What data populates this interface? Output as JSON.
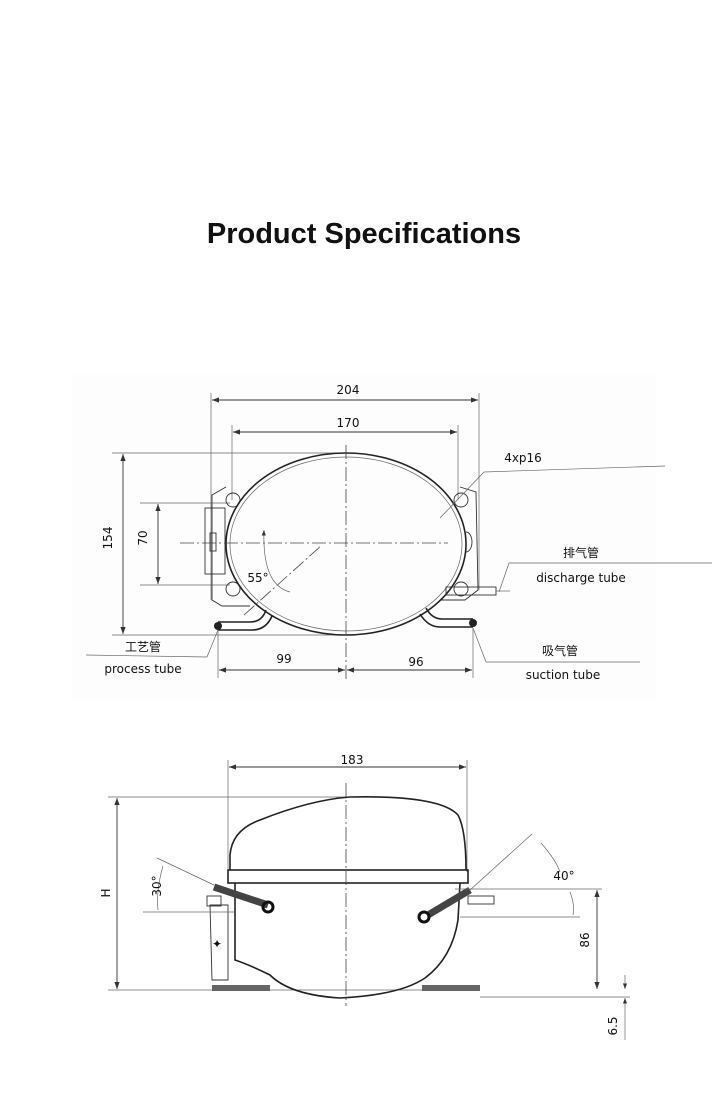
{
  "title": "Product Specifications",
  "top_view": {
    "dim_overall_width": "204",
    "dim_mount_width": "170",
    "dim_height": "154",
    "dim_mount_spacing": "70",
    "dim_left": "99",
    "dim_right": "96",
    "angle": "55°",
    "hole_label": "4xp16",
    "discharge_cn": "排气管",
    "discharge_en": "discharge  tube",
    "process_cn": "工艺管",
    "process_en": "process tube",
    "suction_cn": "吸气管",
    "suction_en": "suction  tube"
  },
  "side_view": {
    "dim_width": "183",
    "dim_height": "H",
    "dim_tube_height": "86",
    "dim_foot": "6.5",
    "angle_left": "30°",
    "angle_right": "40°"
  }
}
